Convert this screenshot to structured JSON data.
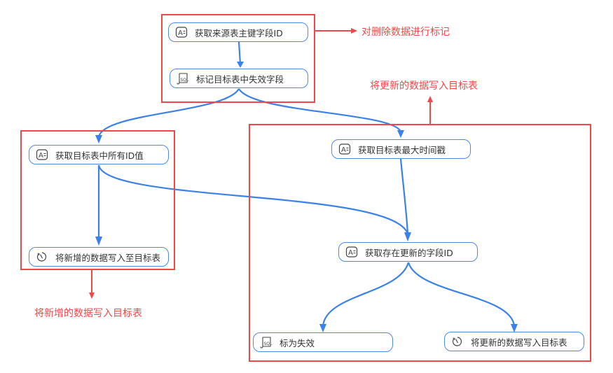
{
  "diagram": {
    "groups": [
      {
        "id": "g-delete",
        "name": "delete-marking-group"
      },
      {
        "id": "g-insert",
        "name": "insert-new-group"
      },
      {
        "id": "g-update",
        "name": "update-group"
      }
    ],
    "nodes": [
      {
        "id": "n1",
        "label": "获取来源表主键字段ID",
        "icon": "variable-icon"
      },
      {
        "id": "n2",
        "label": "标记目标表中失效字段",
        "icon": "sql-script-icon"
      },
      {
        "id": "n3",
        "label": "获取目标表中所有ID值",
        "icon": "variable-icon"
      },
      {
        "id": "n4",
        "label": "将新增的数据写入至目标表",
        "icon": "sync-icon"
      },
      {
        "id": "n5",
        "label": "获取目标表最大时间戳",
        "icon": "variable-icon"
      },
      {
        "id": "n6",
        "label": "获取存在更新的字段ID",
        "icon": "variable-icon"
      },
      {
        "id": "n7",
        "label": "标为失效",
        "icon": "sql-script-icon"
      },
      {
        "id": "n8",
        "label": "将更新的数据写入目标表",
        "icon": "sync-icon"
      }
    ],
    "edges": [
      {
        "from": "n1",
        "to": "n2"
      },
      {
        "from": "n2",
        "to": "n3"
      },
      {
        "from": "n2",
        "to": "n5"
      },
      {
        "from": "n3",
        "to": "n4"
      },
      {
        "from": "n3",
        "to": "n6"
      },
      {
        "from": "n5",
        "to": "n6"
      },
      {
        "from": "n6",
        "to": "n7"
      },
      {
        "from": "n6",
        "to": "n8"
      }
    ],
    "annotations": {
      "delete": "对删除数据进行标记",
      "update": "将更新的数据写入目标表",
      "insert": "将新增的数据写入目标表"
    },
    "colors": {
      "edge": "#3a82e8",
      "node_border": "#4a8ae8",
      "group_border": "#f04848",
      "annotation": "#f04848"
    }
  }
}
